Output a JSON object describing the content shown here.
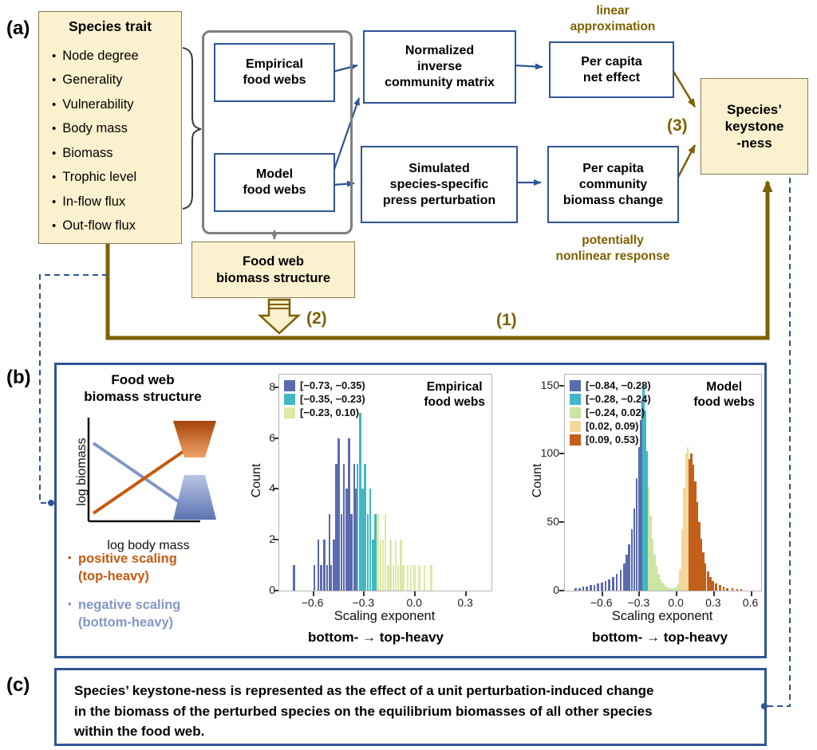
{
  "colors": {
    "accent_olive": "#7F6000",
    "box_cream": "#FCF1CF",
    "blue": "#2F5597",
    "gray": "#7F7F7F",
    "orange": "#C55A11",
    "periwinkle": "#8496C8"
  },
  "panel_a": {
    "label": "(a)",
    "species_trait": {
      "title": "Species trait",
      "items": [
        "Node degree",
        "Generality",
        "Vulnerability",
        "Body mass",
        "Biomass",
        "Trophic level",
        "In-flow flux",
        "Out-flow flux"
      ]
    },
    "boxes": {
      "empirical": "Empirical\nfood webs",
      "model": "Model\nfood webs",
      "normalized": "Normalized\ninverse\ncommunity matrix",
      "simulated": "Simulated\nspecies-specific\npress perturbation",
      "per_capita_net": "Per capita\nnet effect",
      "per_capita_biomass": "Per capita\ncommunity\nbiomass change",
      "keystone": "Species’\nkeystone\n-ness",
      "biomass_structure": "Food web\nbiomass structure"
    },
    "annotations": {
      "linear": "linear\napproximation",
      "nonlinear": "potentially\nnonlinear response",
      "step1": "(1)",
      "step2": "(2)",
      "step3": "(3)"
    }
  },
  "panel_b": {
    "label": "(b)",
    "mini": {
      "title": "Food web\nbiomass structure",
      "ylabel": "log biomass",
      "xlabel": "log body mass",
      "positive": "positive scaling\n(top-heavy)",
      "negative": "negative scaling\n(bottom-heavy)"
    }
  },
  "panel_c": {
    "label": "(c)",
    "text": "Species’ keystone-ness is represented as the effect of a unit perturbation-induced change\nin the biomass of the perturbed species on the equilibrium biomasses of all other species\nwithin the food web."
  },
  "chart_data": [
    {
      "type": "bar",
      "title": "Empirical food webs",
      "title_display": "Empirical\nfood webs",
      "xlabel": "Scaling exponent",
      "ylabel": "Count",
      "caption": "bottom- → top-heavy",
      "xlim": [
        -0.8,
        0.45
      ],
      "ylim": [
        0,
        8.5
      ],
      "xticks": [
        [
          -0.6,
          "−0.6"
        ],
        [
          -0.3,
          "−0.3"
        ],
        [
          0,
          "0.0"
        ],
        [
          0.3,
          "0.3"
        ]
      ],
      "yticks": [
        [
          0,
          "0"
        ],
        [
          2,
          "2"
        ],
        [
          4,
          "4"
        ],
        [
          6,
          "6"
        ],
        [
          8,
          "8"
        ]
      ],
      "bin_width": 0.012,
      "legend": [
        {
          "label": "[−0.73, −0.35)",
          "color": "#5B6BAE"
        },
        {
          "label": "[−0.35, −0.23)",
          "color": "#3FB8C4"
        },
        {
          "label": "[−0.23, 0.10)",
          "color": "#DCE9A8"
        }
      ],
      "bars": [
        [
          -0.72,
          1,
          0
        ],
        [
          -0.6,
          1,
          0
        ],
        [
          -0.575,
          2,
          0
        ],
        [
          -0.56,
          1,
          0
        ],
        [
          -0.54,
          2,
          0
        ],
        [
          -0.525,
          1,
          0
        ],
        [
          -0.51,
          3,
          0
        ],
        [
          -0.5,
          1,
          0
        ],
        [
          -0.485,
          2,
          0
        ],
        [
          -0.47,
          5,
          0
        ],
        [
          -0.455,
          6,
          0
        ],
        [
          -0.44,
          3,
          0
        ],
        [
          -0.425,
          5,
          0
        ],
        [
          -0.41,
          4,
          0
        ],
        [
          -0.395,
          6,
          0
        ],
        [
          -0.38,
          3,
          0
        ],
        [
          -0.365,
          5,
          0
        ],
        [
          -0.352,
          4,
          0
        ],
        [
          -0.345,
          5,
          1
        ],
        [
          -0.33,
          7,
          1
        ],
        [
          -0.315,
          4,
          1
        ],
        [
          -0.3,
          5,
          1
        ],
        [
          -0.285,
          3,
          1
        ],
        [
          -0.27,
          4,
          1
        ],
        [
          -0.255,
          2,
          1
        ],
        [
          -0.24,
          3,
          1
        ],
        [
          -0.225,
          3,
          2
        ],
        [
          -0.21,
          2,
          2
        ],
        [
          -0.195,
          2,
          2
        ],
        [
          -0.18,
          3,
          2
        ],
        [
          -0.165,
          1,
          2
        ],
        [
          -0.15,
          2,
          2
        ],
        [
          -0.135,
          1,
          2
        ],
        [
          -0.12,
          2,
          2
        ],
        [
          -0.105,
          1,
          2
        ],
        [
          -0.09,
          2,
          2
        ],
        [
          -0.075,
          1,
          2
        ],
        [
          -0.05,
          1,
          2
        ],
        [
          -0.03,
          1,
          2
        ],
        [
          -0.01,
          1,
          2
        ],
        [
          0.02,
          1,
          2
        ],
        [
          0.05,
          1,
          2
        ],
        [
          0.09,
          1,
          2
        ]
      ]
    },
    {
      "type": "bar",
      "title": "Model food webs",
      "title_display": "Model\nfood webs",
      "xlabel": "Scaling exponent",
      "ylabel": "Count",
      "caption": "bottom- → top-heavy",
      "xlim": [
        -0.9,
        0.68
      ],
      "ylim": [
        0,
        158
      ],
      "xticks": [
        [
          -0.6,
          "−0.6"
        ],
        [
          -0.3,
          "−0.3"
        ],
        [
          0,
          "0.0"
        ],
        [
          0.3,
          "0.3"
        ],
        [
          0.6,
          "0.6"
        ]
      ],
      "yticks": [
        [
          0,
          "0"
        ],
        [
          50,
          "50"
        ],
        [
          100,
          "100"
        ],
        [
          150,
          "150"
        ]
      ],
      "bin_width": 0.016,
      "legend": [
        {
          "label": "[−0.84, −0.28)",
          "color": "#5B6BAE"
        },
        {
          "label": "[−0.28, −0.24)",
          "color": "#3FB8C4"
        },
        {
          "label": "[−0.24, 0.02)",
          "color": "#CDE5A4"
        },
        {
          "label": "[0.02, 0.09)",
          "color": "#F2D89C"
        },
        {
          "label": "[0.09, 0.53)",
          "color": "#C2601A"
        }
      ],
      "bars": [
        [
          -0.82,
          2,
          0
        ],
        [
          -0.79,
          2,
          0
        ],
        [
          -0.76,
          3,
          0
        ],
        [
          -0.73,
          3,
          0
        ],
        [
          -0.7,
          4,
          0
        ],
        [
          -0.67,
          4,
          0
        ],
        [
          -0.64,
          5,
          0
        ],
        [
          -0.61,
          6,
          0
        ],
        [
          -0.58,
          7,
          0
        ],
        [
          -0.55,
          8,
          0
        ],
        [
          -0.52,
          10,
          0
        ],
        [
          -0.49,
          12,
          0
        ],
        [
          -0.46,
          15,
          0
        ],
        [
          -0.43,
          20,
          0
        ],
        [
          -0.41,
          26,
          0
        ],
        [
          -0.39,
          34,
          0
        ],
        [
          -0.37,
          45,
          0
        ],
        [
          -0.35,
          60,
          0
        ],
        [
          -0.33,
          82,
          0
        ],
        [
          -0.312,
          105,
          0
        ],
        [
          -0.296,
          125,
          0
        ],
        [
          -0.282,
          138,
          0
        ],
        [
          -0.276,
          150,
          1
        ],
        [
          -0.262,
          132,
          1
        ],
        [
          -0.248,
          102,
          1
        ],
        [
          -0.234,
          76,
          2
        ],
        [
          -0.218,
          55,
          2
        ],
        [
          -0.202,
          38,
          2
        ],
        [
          -0.186,
          26,
          2
        ],
        [
          -0.17,
          18,
          2
        ],
        [
          -0.154,
          12,
          2
        ],
        [
          -0.138,
          8,
          2
        ],
        [
          -0.122,
          6,
          2
        ],
        [
          -0.106,
          4,
          2
        ],
        [
          -0.09,
          3,
          2
        ],
        [
          -0.07,
          2,
          2
        ],
        [
          -0.05,
          2,
          2
        ],
        [
          -0.03,
          2,
          2
        ],
        [
          -0.012,
          3,
          2
        ],
        [
          0.004,
          5,
          2
        ],
        [
          0.02,
          16,
          3
        ],
        [
          0.036,
          45,
          3
        ],
        [
          0.052,
          75,
          3
        ],
        [
          0.068,
          100,
          3
        ],
        [
          0.082,
          105,
          3
        ],
        [
          0.094,
          96,
          4
        ],
        [
          0.11,
          100,
          4
        ],
        [
          0.126,
          92,
          4
        ],
        [
          0.142,
          80,
          4
        ],
        [
          0.158,
          65,
          4
        ],
        [
          0.174,
          50,
          4
        ],
        [
          0.19,
          38,
          4
        ],
        [
          0.206,
          28,
          4
        ],
        [
          0.224,
          20,
          4
        ],
        [
          0.244,
          14,
          4
        ],
        [
          0.264,
          10,
          4
        ],
        [
          0.284,
          7,
          4
        ],
        [
          0.31,
          5,
          4
        ],
        [
          0.34,
          4,
          4
        ],
        [
          0.37,
          3,
          4
        ],
        [
          0.4,
          2,
          4
        ],
        [
          0.44,
          2,
          4
        ],
        [
          0.48,
          1,
          4
        ],
        [
          0.51,
          1,
          4
        ]
      ]
    }
  ]
}
